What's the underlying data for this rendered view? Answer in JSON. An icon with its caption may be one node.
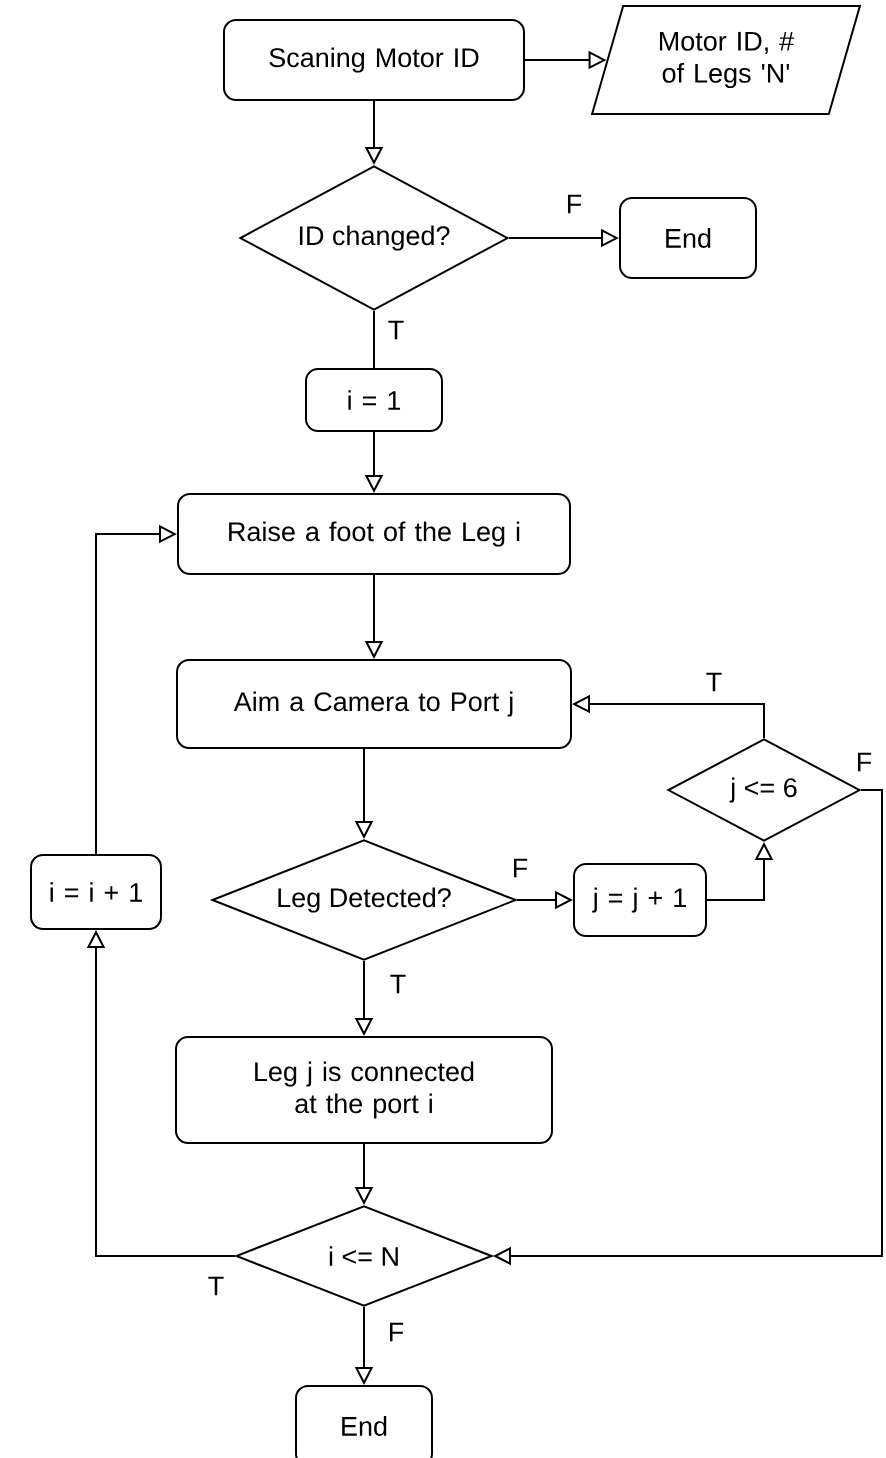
{
  "diagram": {
    "nodes": [
      {
        "text": [
          "Scaning Motor ID"
        ]
      },
      {
        "text": [
          "Motor ID, # of Legs 'N'"
        ]
      },
      {
        "text": [
          "ID changed?"
        ]
      },
      {
        "text": [
          "End"
        ]
      },
      {
        "text": [
          "i = 1"
        ]
      },
      {
        "text": [
          "Raise a foot of the Leg i"
        ]
      },
      {
        "text": [
          "Aim a Camera to Port j"
        ]
      },
      {
        "text": [
          "j <= 6"
        ]
      },
      {
        "text": [
          "i = i + 1"
        ]
      },
      {
        "text": [
          "Leg Detected?"
        ]
      },
      {
        "text": [
          "j = j + 1"
        ]
      },
      {
        "text": [
          "Leg j is connected at the port i"
        ]
      },
      {
        "text": [
          "i <= N"
        ]
      },
      {
        "text": [
          "End"
        ]
      }
    ],
    "edges": [
      {
        "from": 0,
        "to": 1,
        "arrow": "to"
      },
      {
        "from": 0,
        "to": 2,
        "arrow": "to"
      },
      {
        "from": 2,
        "to": 3,
        "arrow": "to",
        "label": "F"
      },
      {
        "from": 2,
        "to": 4,
        "arrow": "none",
        "label": "T"
      },
      {
        "from": 4,
        "to": 5,
        "arrow": "to"
      },
      {
        "from": 5,
        "to": 6,
        "arrow": "to"
      },
      {
        "from": 6,
        "to": 9,
        "arrow": "to"
      },
      {
        "from": 9,
        "to": 10,
        "arrow": "to",
        "label": "F"
      },
      {
        "from": 10,
        "to": 7,
        "arrow": "to"
      },
      {
        "from": 7,
        "to": 6,
        "arrow": "to",
        "label": "T"
      },
      {
        "from": 7,
        "to": 12,
        "arrow": "to",
        "label": "F"
      },
      {
        "from": 9,
        "to": 11,
        "arrow": "to",
        "label": "T"
      },
      {
        "from": 11,
        "to": 12,
        "arrow": "to"
      },
      {
        "from": 12,
        "to": 8,
        "arrow": "to",
        "label": "T"
      },
      {
        "from": 8,
        "to": 5,
        "arrow": "to"
      },
      {
        "from": 12,
        "to": 13,
        "arrow": "to",
        "label": "F"
      }
    ]
  }
}
